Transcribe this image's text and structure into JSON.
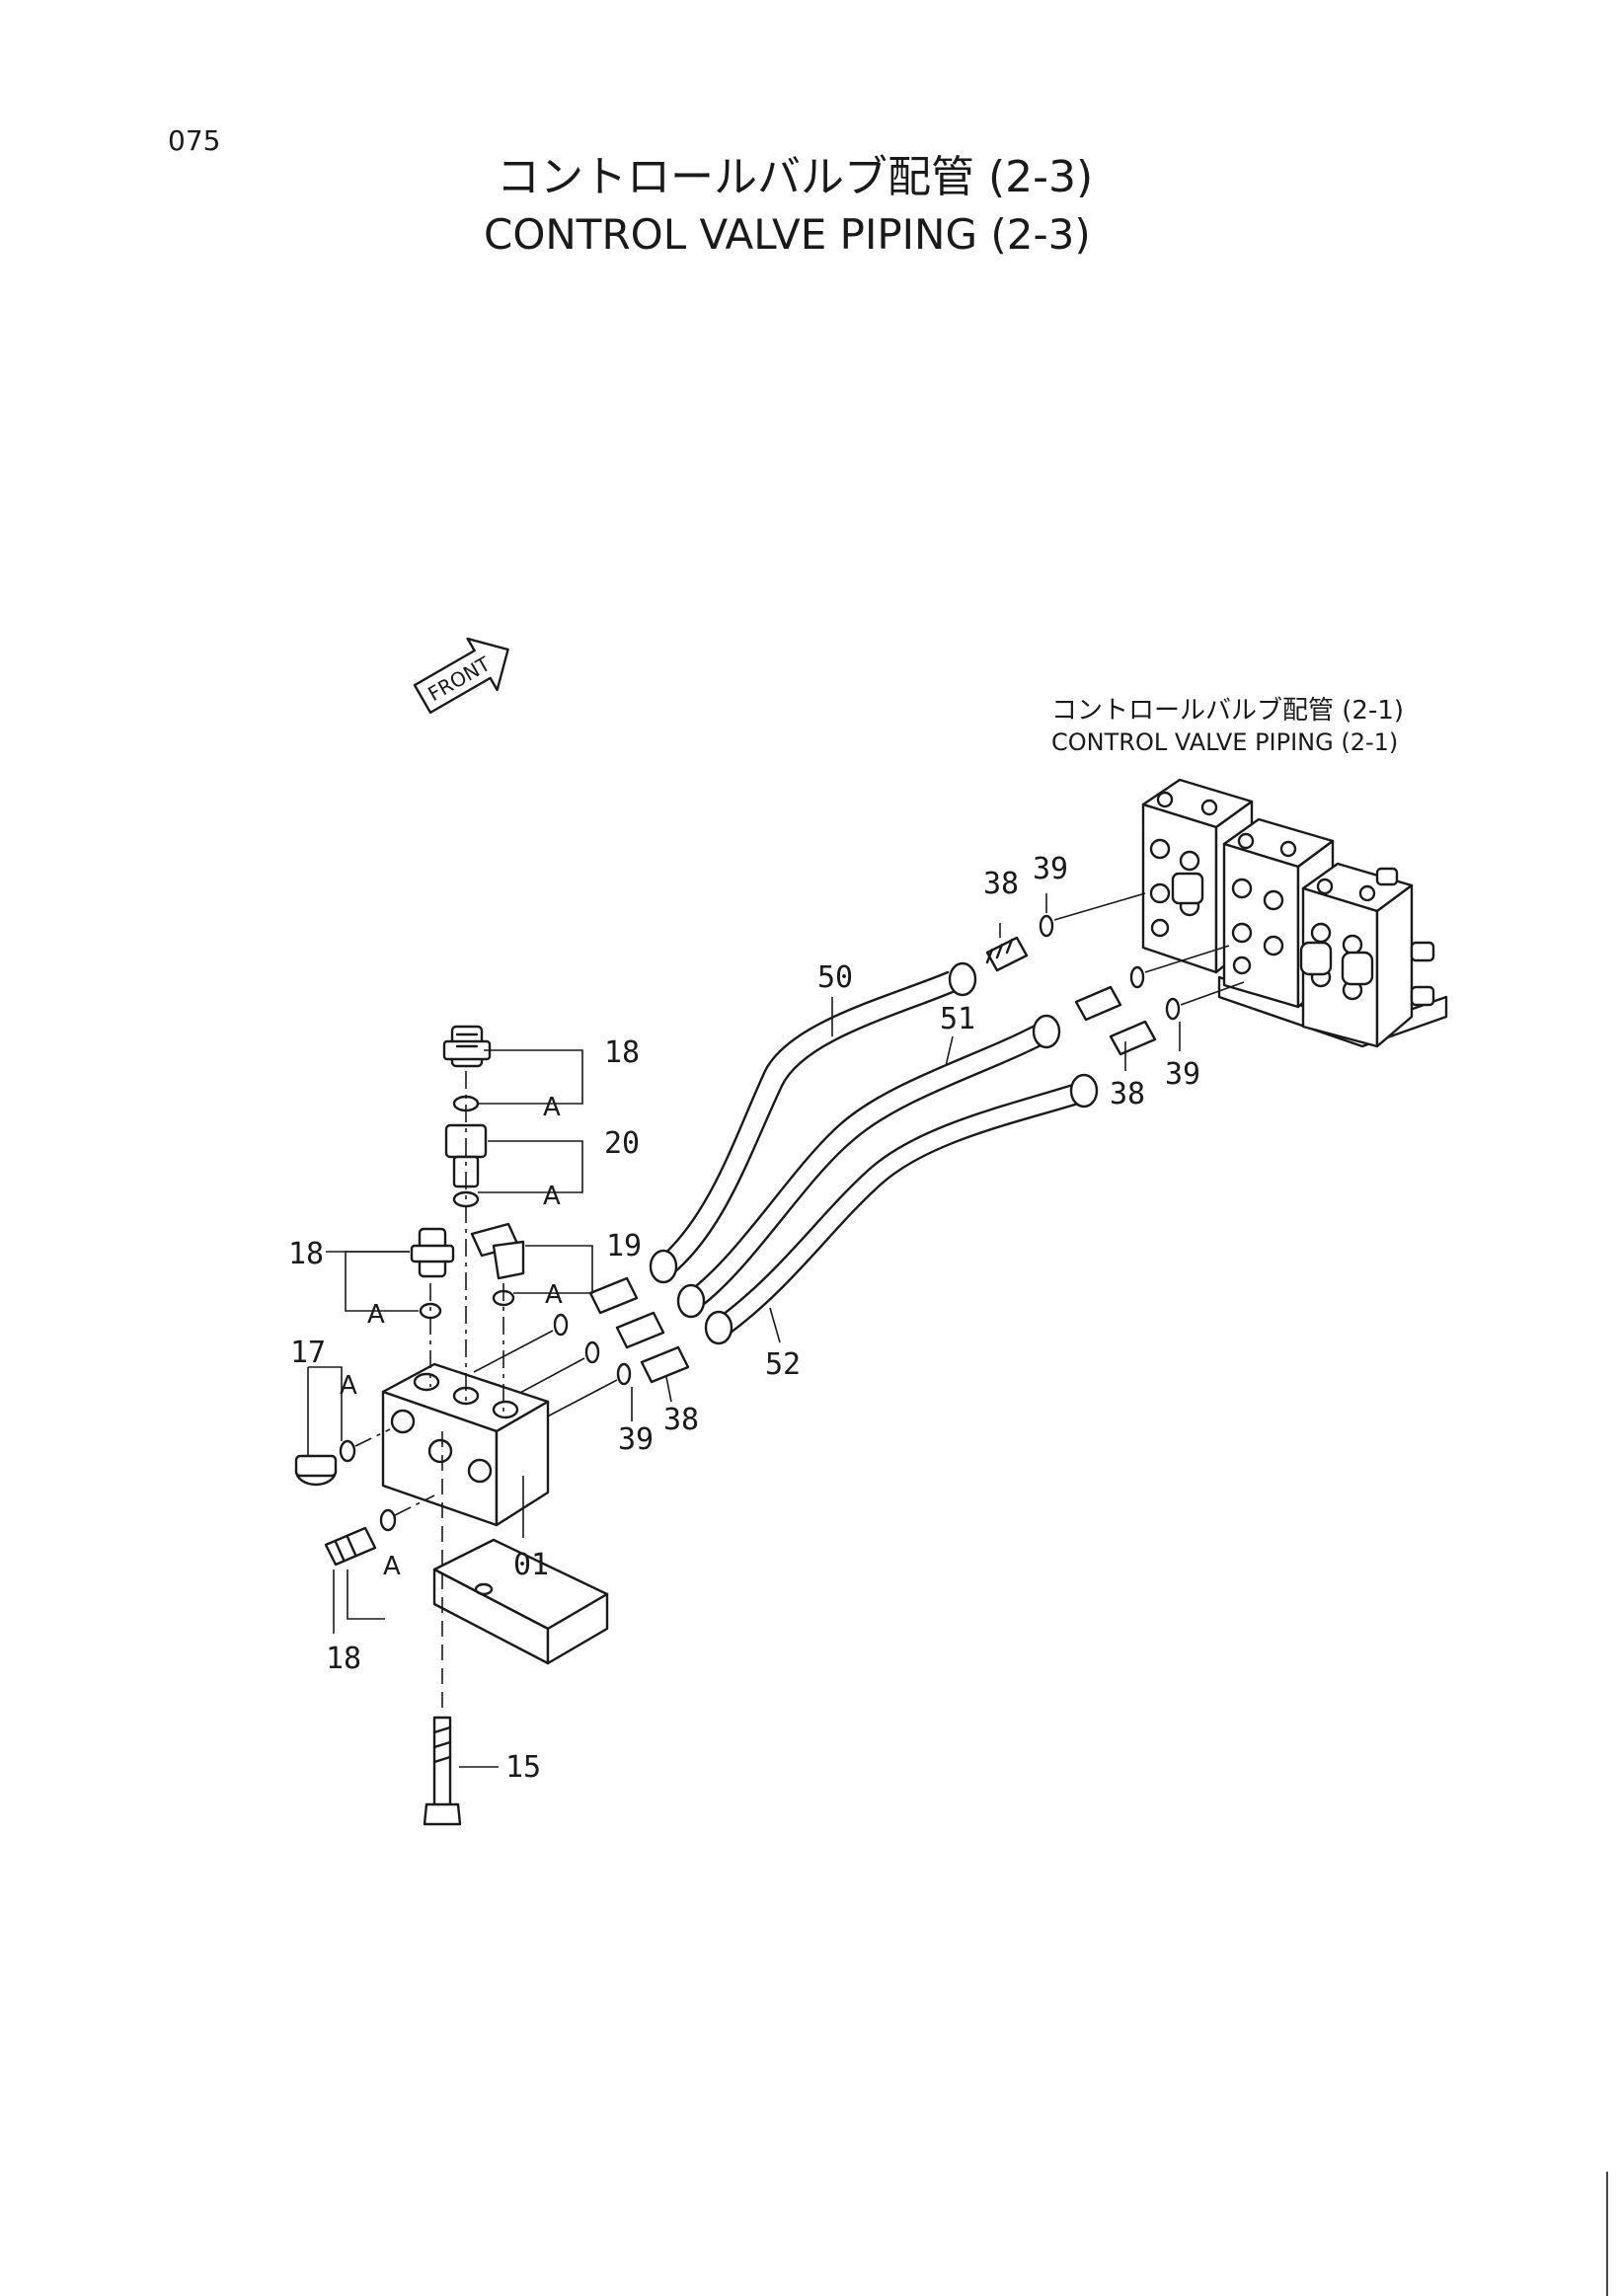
{
  "page_number": "075",
  "title": {
    "jp": "コントロールバルブ配管 (2-3)",
    "en": "CONTROL VALVE PIPING (2-3)"
  },
  "reference": {
    "jp": "コントロールバルブ配管 (2-1)",
    "en": "CONTROL VALVE PIPING (2-1)"
  },
  "front_label": "FRONT",
  "callouts": {
    "c18_top": "18",
    "c20": "20",
    "c19": "19",
    "c18_left": "18",
    "c17": "17",
    "c18_bottom": "18",
    "c01": "01",
    "c15": "15",
    "c50": "50",
    "c51": "51",
    "c52": "52",
    "c38_top": "38",
    "c39_top": "39",
    "c38_right": "38",
    "c39_right": "39",
    "c38_mid": "38",
    "c39_mid": "39"
  },
  "o_ring_mark": "A"
}
